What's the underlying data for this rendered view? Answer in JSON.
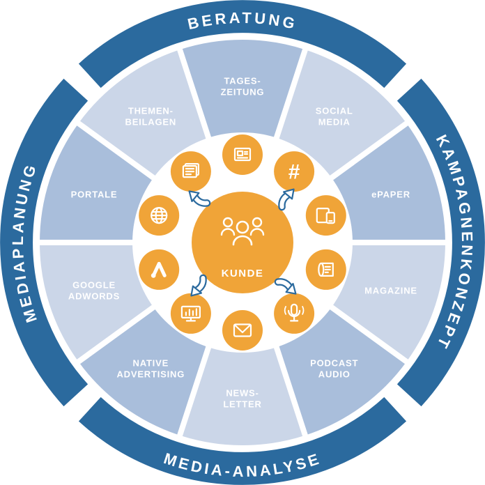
{
  "diagram": {
    "center_label": "KUNDE",
    "colors": {
      "ring_blue": "#2b6a9e",
      "accent_orange": "#f0a438",
      "segment_medium": "#a9bedb",
      "segment_light": "#cbd6e8",
      "white": "#ffffff"
    },
    "outer_labels": [
      {
        "id": "beratung",
        "text": "BERATUNG",
        "position": "top"
      },
      {
        "id": "kampagnenkonzept",
        "text": "KAMPAGNENKONZEPT",
        "position": "right"
      },
      {
        "id": "media-analyse",
        "text": "MEDIA-ANALYSE",
        "position": "bottom"
      },
      {
        "id": "mediaplanung",
        "text": "MEDIAPLANUNG",
        "position": "left"
      }
    ],
    "segments": [
      {
        "id": "tages-zeitung",
        "lines": [
          "TAGES-",
          "ZEITUNG"
        ],
        "icon": "newspaper-icon",
        "angle": -90
      },
      {
        "id": "social-media",
        "lines": [
          "SOCIAL",
          "MEDIA"
        ],
        "icon": "hashtag-icon",
        "angle": -54
      },
      {
        "id": "epaper",
        "lines": [
          "ePAPER"
        ],
        "icon": "devices-icon",
        "angle": -18
      },
      {
        "id": "magazine",
        "lines": [
          "MAGAZINE"
        ],
        "icon": "magazine-icon",
        "angle": 18
      },
      {
        "id": "podcast-audio",
        "lines": [
          "PODCAST",
          "AUDIO"
        ],
        "icon": "microphone-icon",
        "angle": 54
      },
      {
        "id": "newsletter",
        "lines": [
          "NEWS-",
          "LETTER"
        ],
        "icon": "envelope-icon",
        "angle": 90
      },
      {
        "id": "native-advertising",
        "lines": [
          "NATIVE",
          "ADVERTISING"
        ],
        "icon": "analytics-monitor-icon",
        "angle": 126
      },
      {
        "id": "google-adwords",
        "lines": [
          "GOOGLE",
          "ADWORDS"
        ],
        "icon": "google-ads-icon",
        "angle": 162
      },
      {
        "id": "portale",
        "lines": [
          "PORTALE"
        ],
        "icon": "globe-icon",
        "angle": 198
      },
      {
        "id": "themen-beilagen",
        "lines": [
          "THEMEN-",
          "BEILAGEN"
        ],
        "icon": "stacked-newspaper-icon",
        "angle": 234
      }
    ]
  }
}
